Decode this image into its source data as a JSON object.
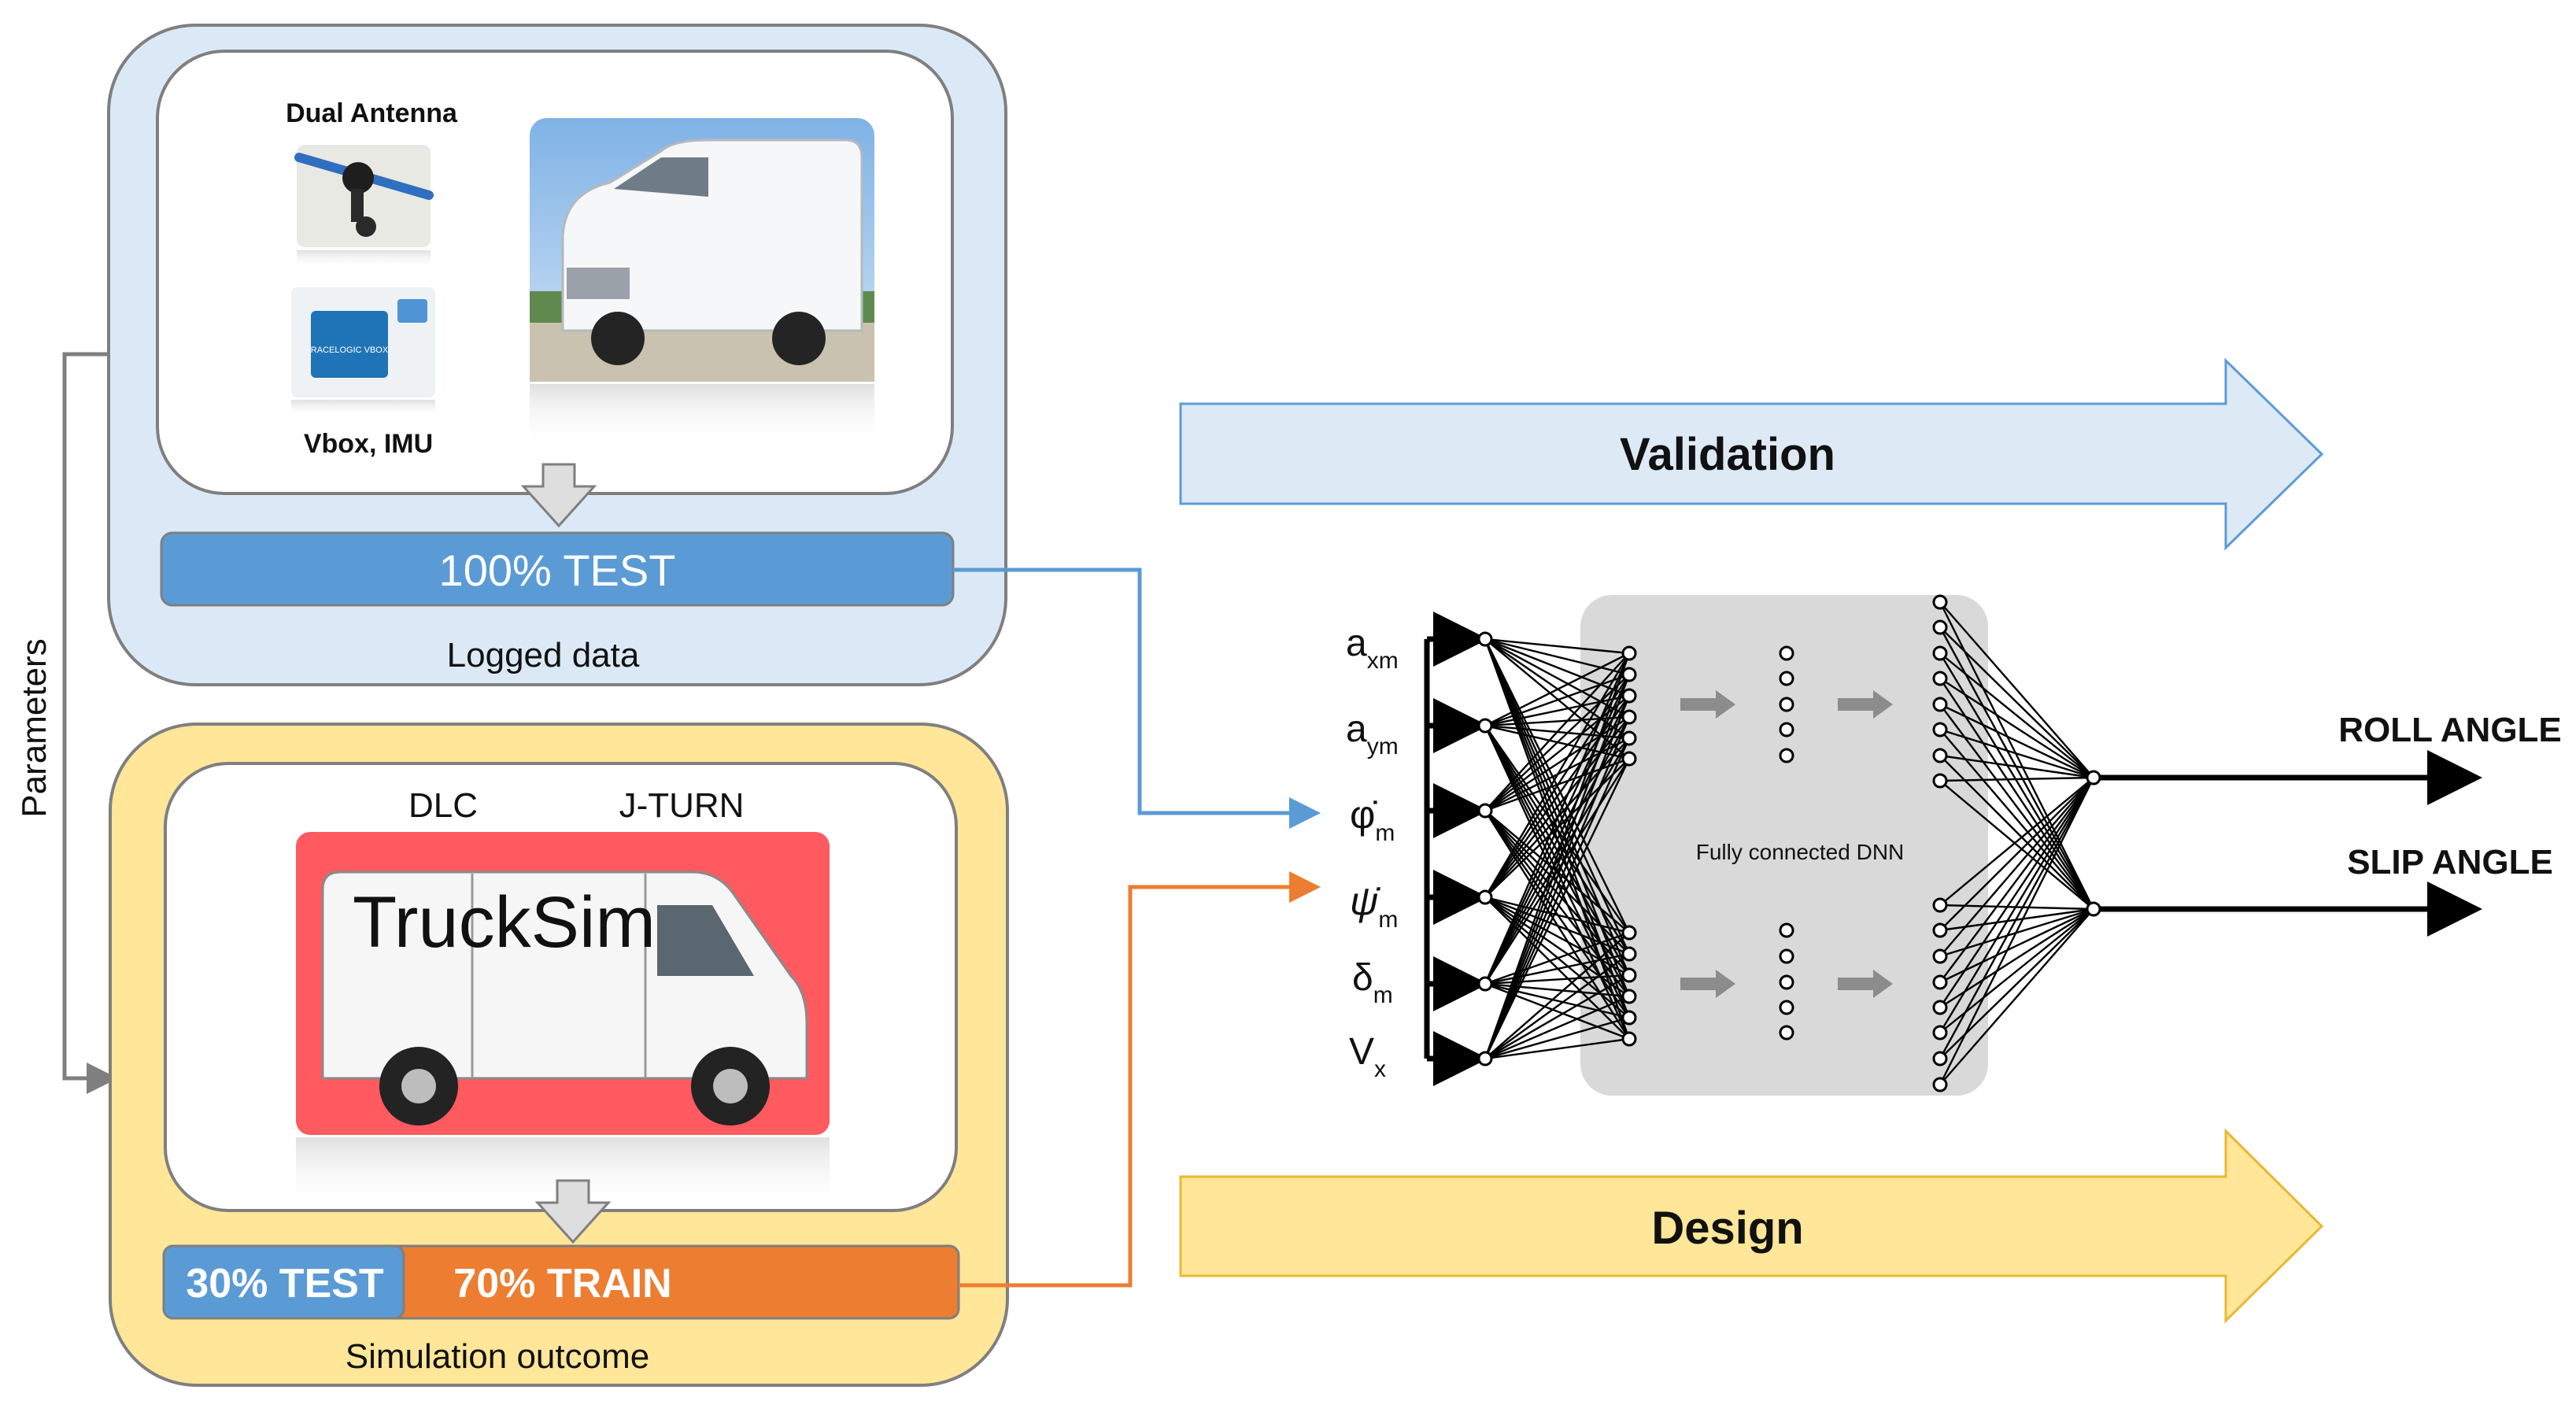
{
  "side_label": "Parameters",
  "logged": {
    "caption": "Logged data",
    "antenna_label": "Dual Antenna",
    "vbox_label": "Vbox, IMU",
    "bar_text": "100% TEST",
    "fill": "#dbe9f7",
    "bar_color": "#5b9bd5",
    "vbox_device_text": "RACELOGIC VBOX"
  },
  "sim": {
    "caption": "Simulation outcome",
    "scenario_1": "DLC",
    "scenario_2": "J-TURN",
    "logo": "TruckSim",
    "test_text": "30% TEST",
    "train_text": "70% TRAIN",
    "fill": "#ffe699",
    "train_color": "#ed7d31"
  },
  "arrows": {
    "validation": "Validation",
    "design": "Design",
    "validation_color": "#ddeaf6",
    "design_color": "#ffe699"
  },
  "dnn": {
    "label": "Fully connected DNN",
    "inputs": [
      {
        "base": "a",
        "sub": "xm"
      },
      {
        "base": "a",
        "sub": "ym"
      },
      {
        "base": "φ̇",
        "sub": "m"
      },
      {
        "base": "ψ̇",
        "sub": "m"
      },
      {
        "base": "δ",
        "sub": "m"
      },
      {
        "base": "V",
        "sub": "x"
      }
    ],
    "outputs": [
      "ROLL ANGLE",
      "SLIP ANGLE"
    ]
  }
}
